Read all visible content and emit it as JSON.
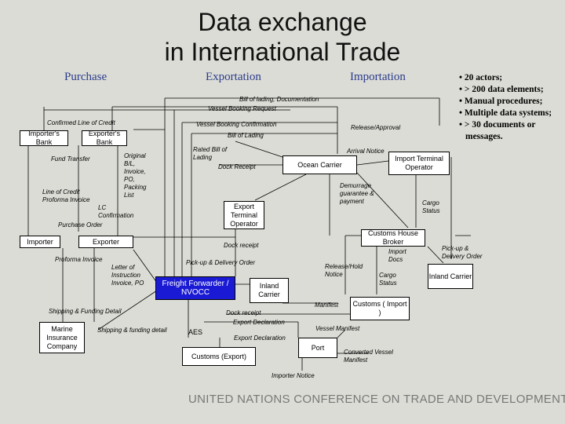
{
  "title_line1": "Data exchange",
  "title_line2": "in International Trade",
  "headers": {
    "purchase": "Purchase",
    "exportation": "Exportation",
    "importation": "Importation"
  },
  "nodes": {
    "importers_bank": "Importer's Bank",
    "exporters_bank": "Exporter's Bank",
    "importer": "Importer",
    "exporter": "Exporter",
    "marine_insurance": "Marine Insurance Company",
    "ocean_carrier": "Ocean Carrier",
    "import_terminal": "Import Terminal Operator",
    "export_terminal": "Export Terminal Operator",
    "customs_house_broker": "Customs House Broker",
    "freight_forwarder": "Freight Forwarder / NVOCC",
    "inland_carrier_1": "Inland Carrier",
    "inland_carrier_2": "Inland Carrier",
    "customs_import": "Customs ( Import )",
    "customs_export": "Customs (Export)",
    "port": "Port"
  },
  "flows": {
    "bill_of_lading_doc": "Bill of lading, Documentation",
    "vessel_booking_request": "Vessel Booking Request",
    "confirmed_loc": "Confirmed Line of Credit",
    "vessel_booking_confirmation": "Vessel Booking Confirmation",
    "release_approval": "Release/Approval",
    "bill_of_lading": "Bill of Lading",
    "rated_bill": "Rated Bill of Lading",
    "arrival_notice": "Arrival Notice",
    "fund_transfer": "Fund Transfer",
    "original_docs": "Original B/L, Invoice, PO, Packing List",
    "dock_receipt_1": "Dock Receipt",
    "line_of_credit": "Line of Credit Proforma Invoice",
    "demurrage": "Demurrage guarantee & payment",
    "cargo_status_1": "Cargo Status",
    "lc_confirmation": "LC Confirmation",
    "purchase_order": "Purchase Order",
    "dock_receipt_2": "Dock receipt",
    "pickup_delivery_1": "Pick-up & Delivery Order",
    "import_docs": "Import Docs",
    "proforma_invoice": "Proforma Invoice",
    "letter_of_instruction": "Letter of Instruction Invoice, PO",
    "pickup_delivery_2": "Pick-up & Delivery Order",
    "release_hold": "Release/Hold Notice",
    "cargo_status_2": "Cargo Status",
    "shipping_funding_1": "Shipping & Funding Detail",
    "dock_receipt_3": "Dock receipt",
    "manifest": "Manifest",
    "export_declaration_1": "Export Declaration",
    "shipping_funding_2": "Shipping & funding detail",
    "aes": "AES",
    "vessel_manifest": "Vessel Manifest",
    "export_declaration_2": "Export Declaration",
    "converted_manifest": "Converted Vessel Manifest",
    "importer_notice": "Importer Notice"
  },
  "stats": [
    "• 20 actors;",
    "• > 200  data elements;",
    "• Manual procedures;",
    "• Multiple data systems;",
    "• > 30 documents or messages."
  ],
  "footer": "UNITED NATIONS CONFERENCE ON TRADE AND DEVELOPMENT",
  "colors": {
    "header": "#2a3c8a",
    "forwarder_box": "#1a1ad4",
    "background": "#dcdcd6"
  }
}
